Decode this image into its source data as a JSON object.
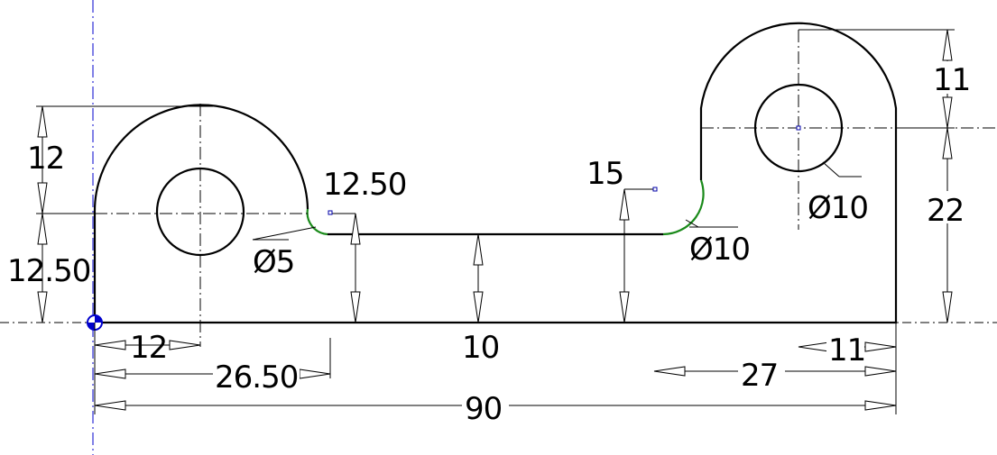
{
  "drawing": {
    "dimensions": {
      "left_boss_height": "12",
      "left_hole_center_height": "12.50",
      "left_hole_offset": "12",
      "fillet_offset": "26.50",
      "fillet_small_height": "12.50",
      "fillet_small_radius": "Ø5",
      "web_height": "10",
      "fillet_large_height": "15",
      "fillet_large_radius": "Ø10",
      "right_hole_diameter": "Ø10",
      "right_boss_top": "11",
      "right_hole_center_height": "22",
      "right_hole_offset": "11",
      "right_boss_width": "27",
      "overall_length": "90"
    },
    "colors": {
      "outline": "#000000",
      "fillet": "#1a8a1a",
      "origin_axis": "#0000cc"
    }
  }
}
